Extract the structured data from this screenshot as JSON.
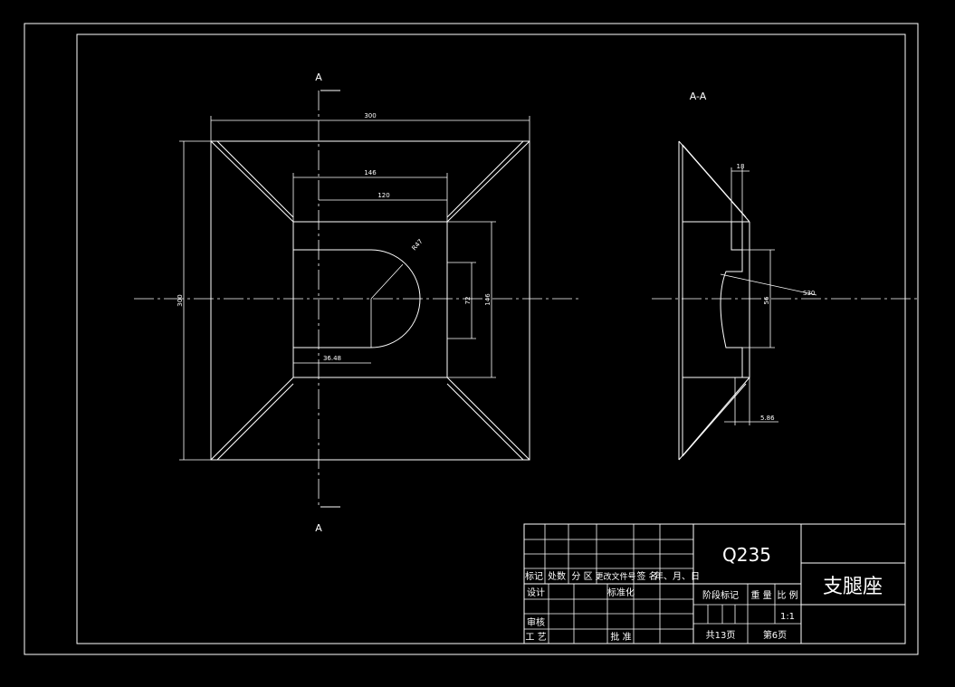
{
  "section_marks": {
    "top": "A",
    "bottom": "A",
    "section_view": "A-A"
  },
  "dimensions": {
    "overall_width": "300",
    "overall_height": "300",
    "inner_width": "146",
    "slot_width": "120",
    "radius": "R47",
    "inner_height_right": "146",
    "slot_height": "72",
    "offset": "36.48",
    "section_thickness": "18",
    "sphere_radius": "S30",
    "bore": "56",
    "bottom_offset": "5.86"
  },
  "title_block": {
    "material": "Q235",
    "part_name": "支腿座",
    "scale": "1:1",
    "total_sheets": "共13页",
    "sheet_no": "第6页",
    "headers": [
      "标记",
      "处数",
      "分 区",
      "更改文件号",
      "签 名",
      "年、月、日"
    ],
    "row_design": "设计",
    "row_standard": "标准化",
    "row_review": "审核",
    "row_process": "工 艺",
    "row_approve": "批 准",
    "stage_mark": "阶段标记",
    "weight": "重 量",
    "ratio": "比 例"
  },
  "colors": {
    "background": "#000000",
    "line": "#ffffff"
  }
}
